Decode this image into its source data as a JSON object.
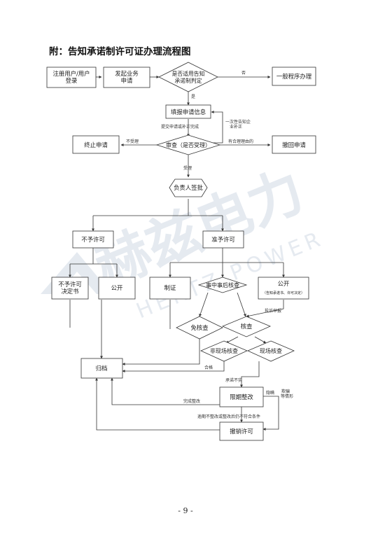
{
  "page": {
    "heading": "附：告知承诺制许可证办理流程图",
    "page_number": "- 9 -"
  },
  "watermark": {
    "brand": "赫兹电力",
    "sub": "HERTZ POWER"
  },
  "nodes": {
    "register_login": [
      "注册用户/用户",
      "登录"
    ],
    "start_business": [
      "发起业务",
      "申请"
    ],
    "applicable_check": [
      "是否适用告知",
      "承诺制判定"
    ],
    "general_process": "一般程序办理",
    "fill_info": "填报申请信息",
    "terminate": "终止申请",
    "review": "审查（是否受理）",
    "withdraw": "撤回申请",
    "responsible_sign": "负责人签批",
    "not_permit": "不予许可",
    "permit": "准予许可",
    "not_permit_decision": [
      "不予许可",
      "决定书"
    ],
    "publicize_a": "公开",
    "issue_cert": "制证",
    "check_during_after": "事中事后核查",
    "publicize_b": "公开",
    "publicize_b_note": "（告知承诺书、许可决定）",
    "exempt_check": "免核查",
    "verify": "核查",
    "offsite_check": "非现场核查",
    "onsite_check": "现场核查",
    "archive": "归档",
    "rectify": "限期整改",
    "revoke": "撤销许可"
  },
  "edge_labels": {
    "yes": "是",
    "no": "否",
    "supplement": [
      "一次性告知企",
      "业补正"
    ],
    "submit_fix": "提交申请或补正完成",
    "not_accepted": "不受理",
    "reasonable": "有合理理由的",
    "accepted": "受理",
    "complaint": "投诉举报",
    "qualified": "合格",
    "untrue": "承诺不实",
    "concealed": "隐瞒",
    "fraud": [
      "欺骗",
      "等情形"
    ],
    "rectified": "完成整改",
    "overdue": "逾期不整改或整改后仍不符合条件"
  }
}
